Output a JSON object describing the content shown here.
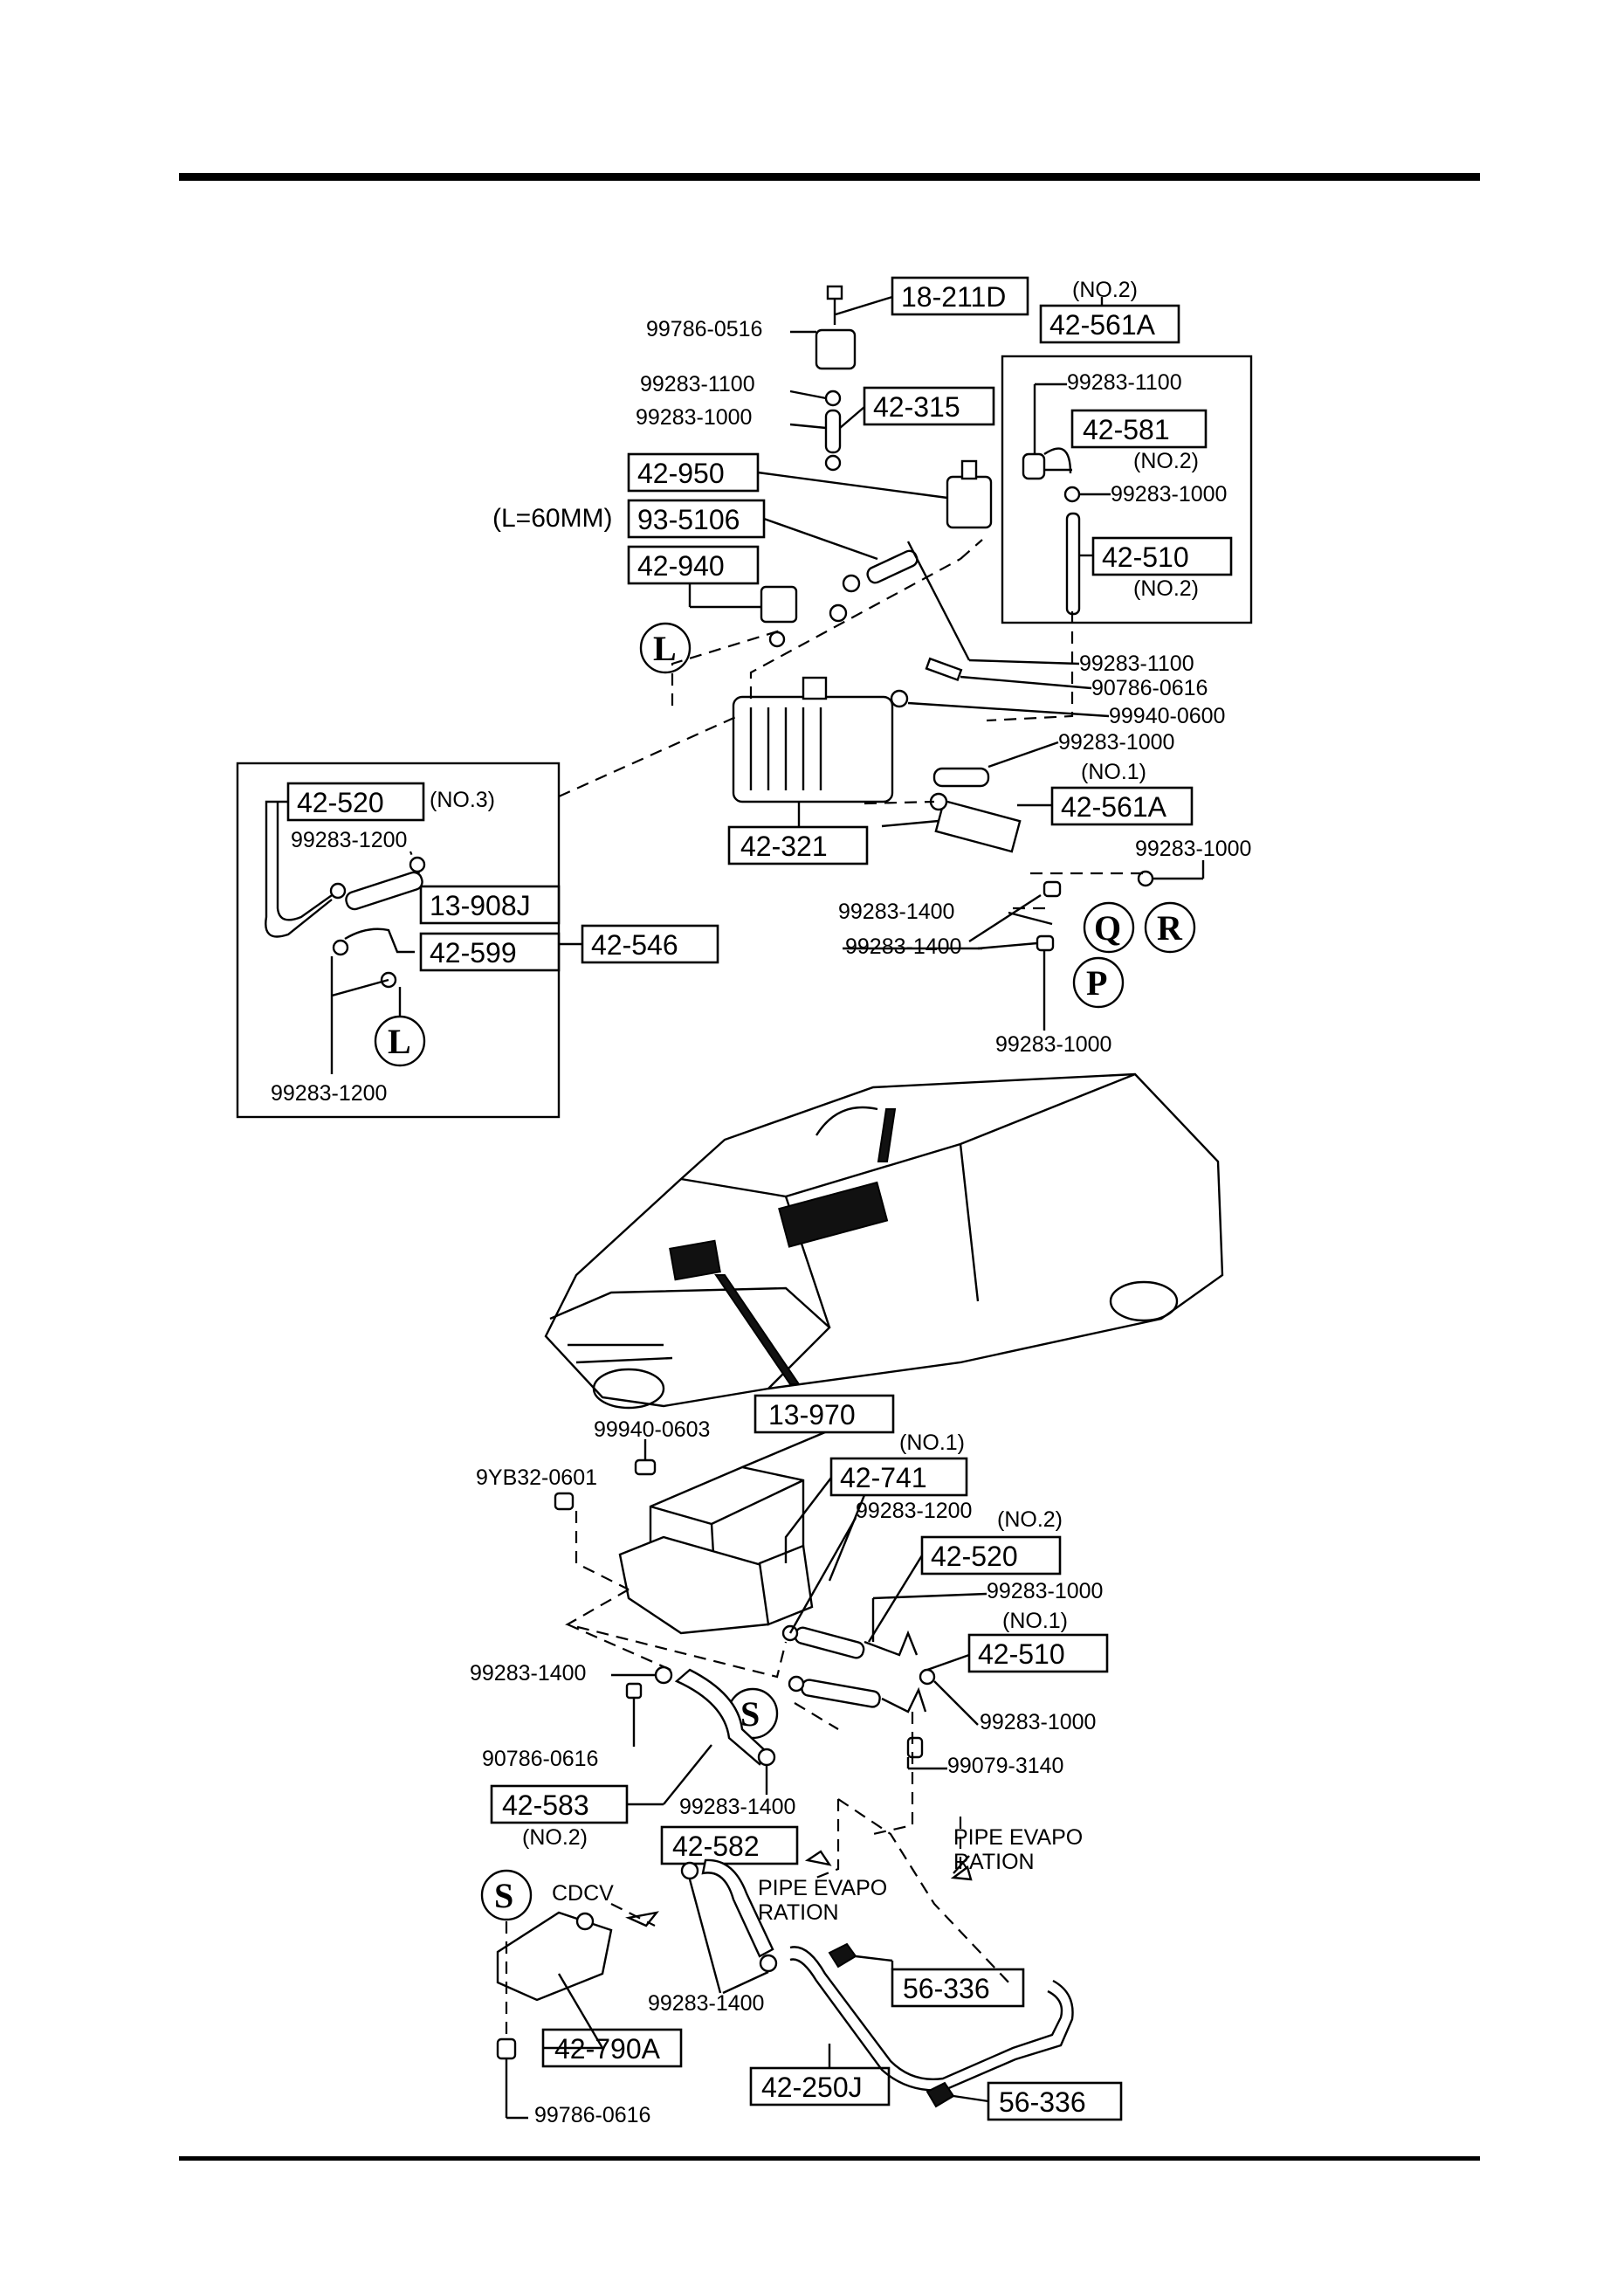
{
  "part_boxes": {
    "b18_211D": "18-211D",
    "b42_561A_no2": "42-561A",
    "b42_315": "42-315",
    "b42_581": "42-581",
    "b42_950": "42-950",
    "b93_5106": "93-5106",
    "b42_940": "42-940",
    "b42_510_no2": "42-510",
    "b42_520_no3": "42-520",
    "b13_908J": "13-908J",
    "b42_599": "42-599",
    "b42_546": "42-546",
    "b42_321": "42-321",
    "b42_561A_no1": "42-561A",
    "b13_970": "13-970",
    "b42_741": "42-741",
    "b42_520_no2": "42-520",
    "b42_510_no1": "42-510",
    "b42_583": "42-583",
    "b42_582": "42-582",
    "b56_336_a": "56-336",
    "b42_790A": "42-790A",
    "b42_250J": "42-250J",
    "b56_336_b": "56-336"
  },
  "callouts": {
    "c99786_0516": "99786-0516",
    "c99283_1100_a": "99283-1100",
    "c99283_1000_a": "99283-1000",
    "c99283_1100_b": "99283-1100",
    "c99283_1000_b": "99283-1000",
    "c99283_1100_c": "99283-1100",
    "c90786_0616_a": "90786-0616",
    "c99940_0600": "99940-0600",
    "c99283_1000_c": "99283-1000",
    "c99283_1200_a": "99283-1200",
    "c99283_1200_b": "99283-1200",
    "c99283_1000_d": "99283-1000",
    "c99283_1400_a": "99283-1400",
    "c99283_1400_b": "99283-1400",
    "c99283_1000_e": "99283-1000",
    "c99940_0603": "99940-0603",
    "c9YB32_0601": "9YB32-0601",
    "c99283_1200_c": "99283-1200",
    "c99283_1000_f": "99283-1000",
    "c99283_1400_c": "99283-1400",
    "c99283_1000_g": "99283-1000",
    "c90786_0616_b": "90786-0616",
    "c99079_3140": "99079-3140",
    "c99283_1400_d": "99283-1400",
    "c99283_1400_e": "99283-1400",
    "c99786_0616": "99786-0616"
  },
  "qualifiers": {
    "no2_top": "(NO.2)",
    "no2_581": "(NO.2)",
    "no2_510": "(NO.2)",
    "no1_561": "(NO.1)",
    "no3_520": "(NO.3)",
    "no1_741": "(NO.1)",
    "no2_520": "(NO.2)",
    "no1_510": "(NO.1)",
    "no2_583": "(NO.2)",
    "length_note": "(L=60MM)"
  },
  "circle_refs": {
    "L_top": "L",
    "L_inset": "L",
    "Q": "Q",
    "R": "R",
    "P": "P",
    "S_mid": "S",
    "S_low": "S"
  },
  "notes": {
    "cdcv": "CDCV",
    "pipe_evapo_1_l1": "PIPE EVAPO",
    "pipe_evapo_1_l2": "RATION",
    "pipe_evapo_2_l1": "PIPE EVAPO",
    "pipe_evapo_2_l2": "RATION"
  }
}
